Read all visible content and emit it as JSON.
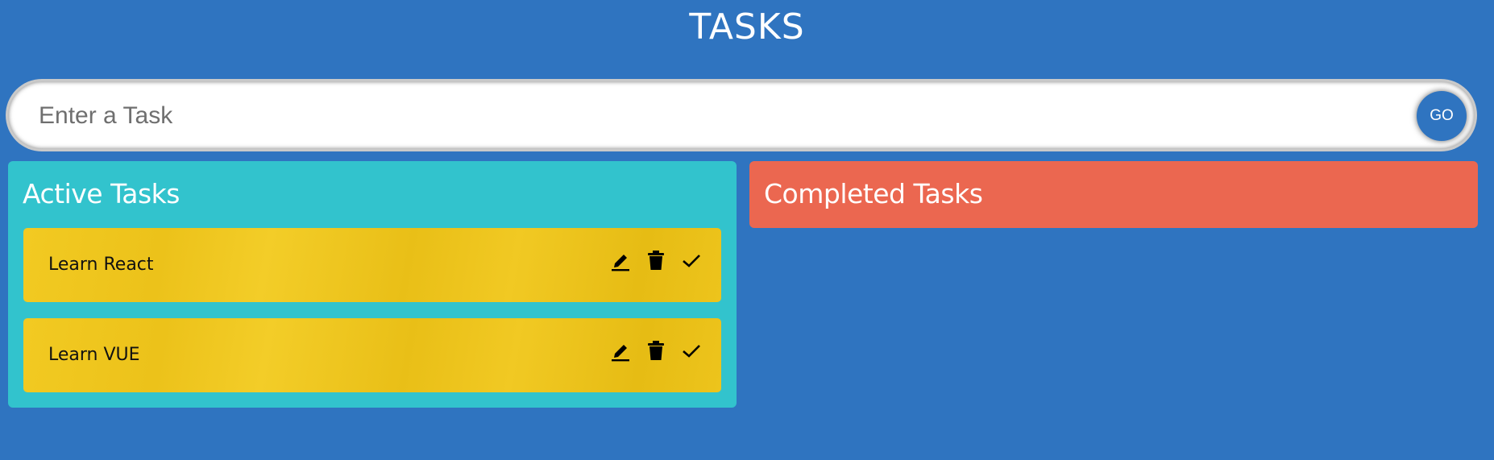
{
  "header": {
    "title": "TASKS"
  },
  "input": {
    "placeholder": "Enter a Task",
    "value": "",
    "go_label": "GO"
  },
  "active": {
    "heading": "Active Tasks",
    "tasks": [
      {
        "text": "Learn React",
        "icons": [
          "edit-icon",
          "delete-icon",
          "check-icon"
        ]
      },
      {
        "text": "Learn VUE",
        "icons": [
          "edit-icon",
          "delete-icon",
          "check-icon"
        ]
      }
    ]
  },
  "completed": {
    "heading": "Completed Tasks",
    "tasks": []
  },
  "colors": {
    "background": "#2f74c0",
    "active_panel": "#32c3cd",
    "completed_panel": "#eb6750",
    "task_card": "#f0c61f"
  }
}
